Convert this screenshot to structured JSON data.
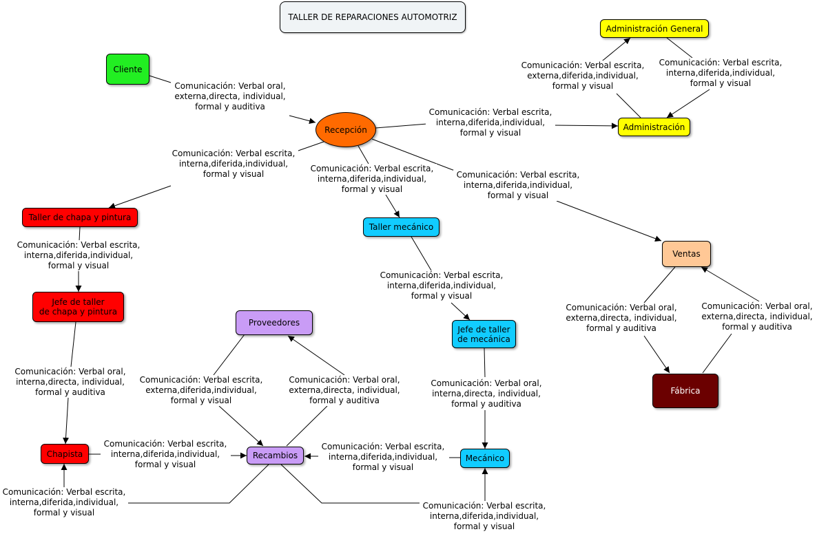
{
  "title": "TALLER DE REPARACIONES AUTOMOTRIZ",
  "colors": {
    "green": "#22ee22",
    "orange": "#ff6a00",
    "yellow": "#ffff00",
    "red": "#ff0000",
    "cyan": "#11ccff",
    "purple": "#c99cf6",
    "peach": "#ffc896",
    "maroon": "#6b0000",
    "title_bg": "#f0f4f6"
  },
  "nodes": {
    "cliente": "Cliente",
    "recepcion": "Recepción",
    "administracion_general": "Administración General",
    "administracion": "Administración",
    "taller_chapa": "Taller de chapa y pintura",
    "jefe_chapa": "Jefe de taller\nde chapa y pintura",
    "chapista": "Chapista",
    "taller_mecanico": "Taller mecánico",
    "jefe_mecanica": "Jefe de taller\nde mecánica",
    "mecanico": "Mecánico",
    "proveedores": "Proveedores",
    "recambios": "Recambios",
    "ventas": "Ventas",
    "fabrica": "Fábrica"
  },
  "labels": {
    "cliente_recepcion": "Comunicación: Verbal oral,\nexterna,directa, individual,\nformal y auditiva",
    "recepcion_admin": "Comunicación: Verbal escrita,\ninterna,diferida,individual,\nformal y visual",
    "admin_admingen": "Comunicación: Verbal escrita,\nexterna,diferida,individual,\nformal y visual",
    "admingen_admin": "Comunicación: Verbal escrita,\ninterna,diferida,individual,\nformal y visual",
    "recepcion_chapa": "Comunicación: Verbal escrita,\ninterna,diferida,individual,\nformal y visual",
    "recepcion_mecanico": "Comunicación: Verbal escrita,\ninterna,diferida,individual,\nformal y visual",
    "recepcion_ventas": "Comunicación: Verbal escrita,\ninterna,diferida,individual,\nformal y visual",
    "chapa_jefe": "Comunicación: Verbal escrita,\ninterna,diferida,individual,\nformal y visual",
    "jefe_chapista": "Comunicación: Verbal oral,\ninterna,directa, individual,\nformal y auditiva",
    "tmec_jefe": "Comunicación: Verbal escrita,\ninterna,diferida,individual,\nformal y visual",
    "jefe_mecanico": "Comunicación: Verbal oral,\ninterna,directa, individual,\nformal y auditiva",
    "ventas_fabrica": "Comunicación: Verbal oral,\nexterna,directa, individual,\nformal y auditiva",
    "fabrica_ventas": "Comunicación: Verbal oral,\nexterna,directa, individual,\nformal y auditiva",
    "prov_recambios": "Comunicación: Verbal escrita,\nexterna,diferida,individual,\nformal y visual",
    "recambios_prov": "Comunicación: Verbal oral,\nexterna,directa, individual,\nformal y auditiva",
    "chapista_recambios": "Comunicación: Verbal escrita,\ninterna,diferida,individual,\nformal y visual",
    "mecanico_recambios": "Comunicación: Verbal escrita,\ninterna,diferida,individual,\nformal y visual",
    "recambios_chapista": "Comunicación: Verbal escrita,\ninterna,diferida,individual,\nformal y visual",
    "recambios_mecanico": "Comunicación: Verbal escrita,\ninterna,diferida,individual,\nformal y visual"
  }
}
